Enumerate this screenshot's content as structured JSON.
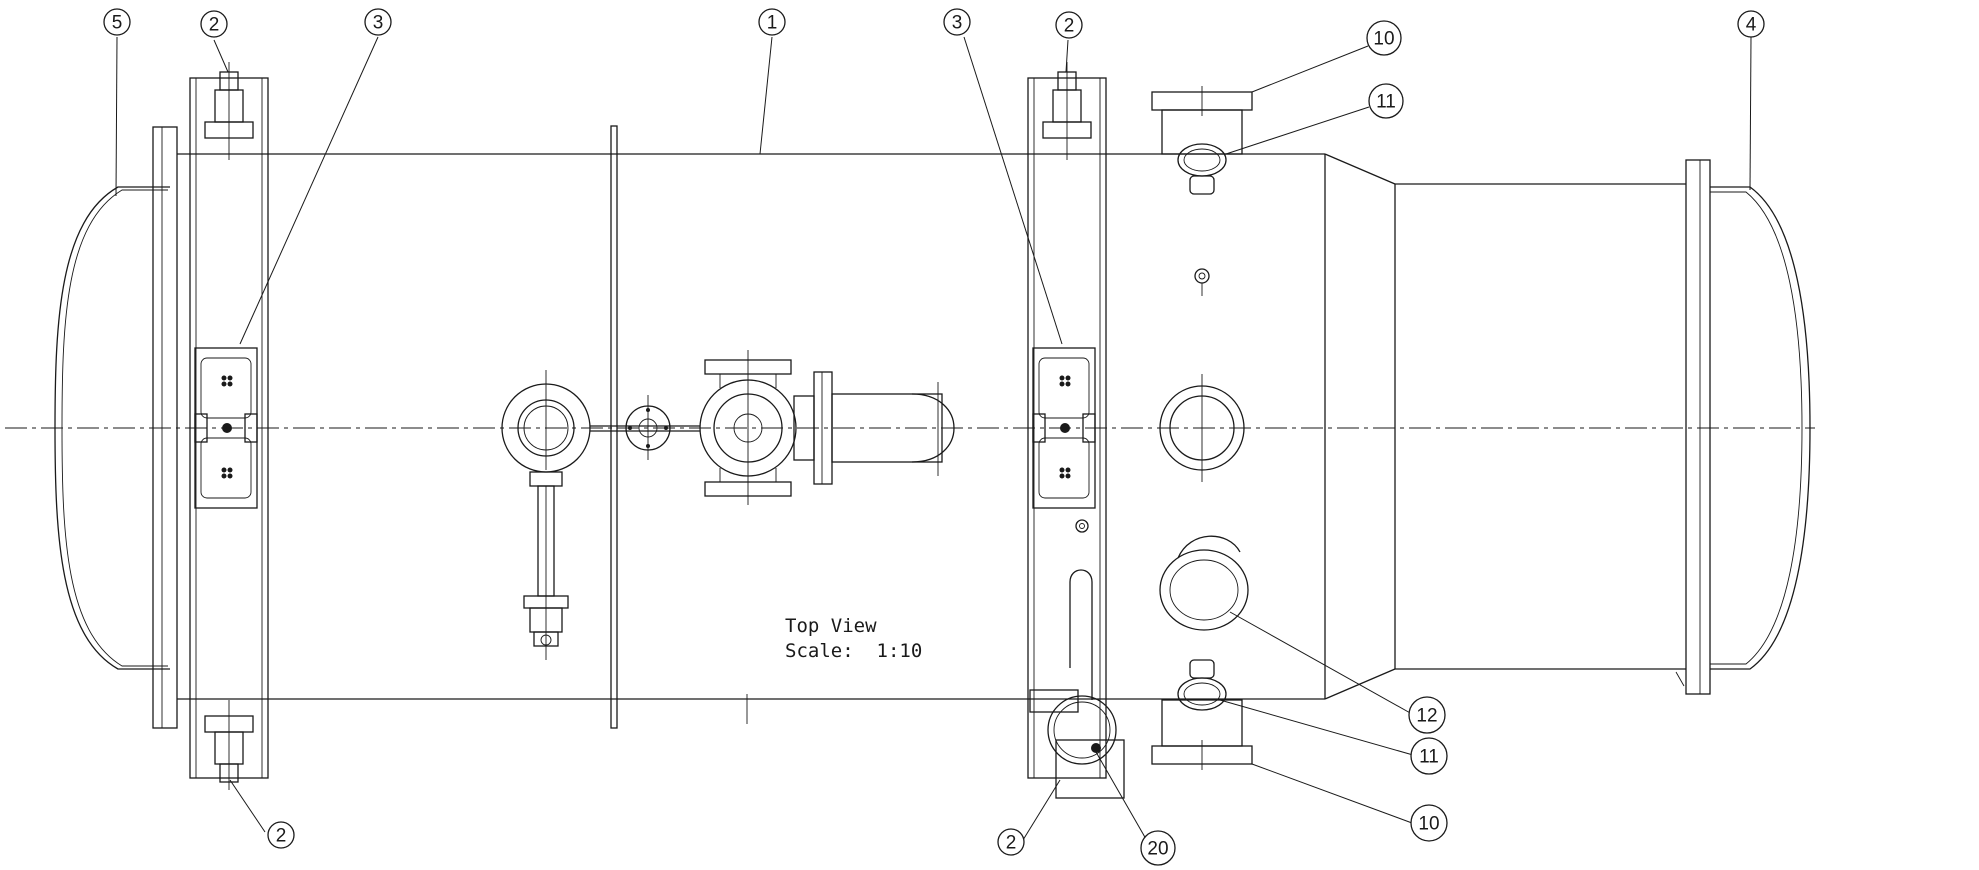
{
  "view_note": {
    "line1": "Top View",
    "line2": "Scale:  1:10"
  },
  "balloons": [
    {
      "id": "b5",
      "label": "5"
    },
    {
      "id": "b2a",
      "label": "2"
    },
    {
      "id": "b3a",
      "label": "3"
    },
    {
      "id": "b1",
      "label": "1"
    },
    {
      "id": "b3b",
      "label": "3"
    },
    {
      "id": "b2b",
      "label": "2"
    },
    {
      "id": "b10a",
      "label": "10"
    },
    {
      "id": "b11a",
      "label": "11"
    },
    {
      "id": "b4",
      "label": "4"
    },
    {
      "id": "b12",
      "label": "12"
    },
    {
      "id": "b11b",
      "label": "11"
    },
    {
      "id": "b10b",
      "label": "10"
    },
    {
      "id": "b2c",
      "label": "2"
    },
    {
      "id": "b2d",
      "label": "2"
    },
    {
      "id": "b20",
      "label": "20"
    }
  ]
}
